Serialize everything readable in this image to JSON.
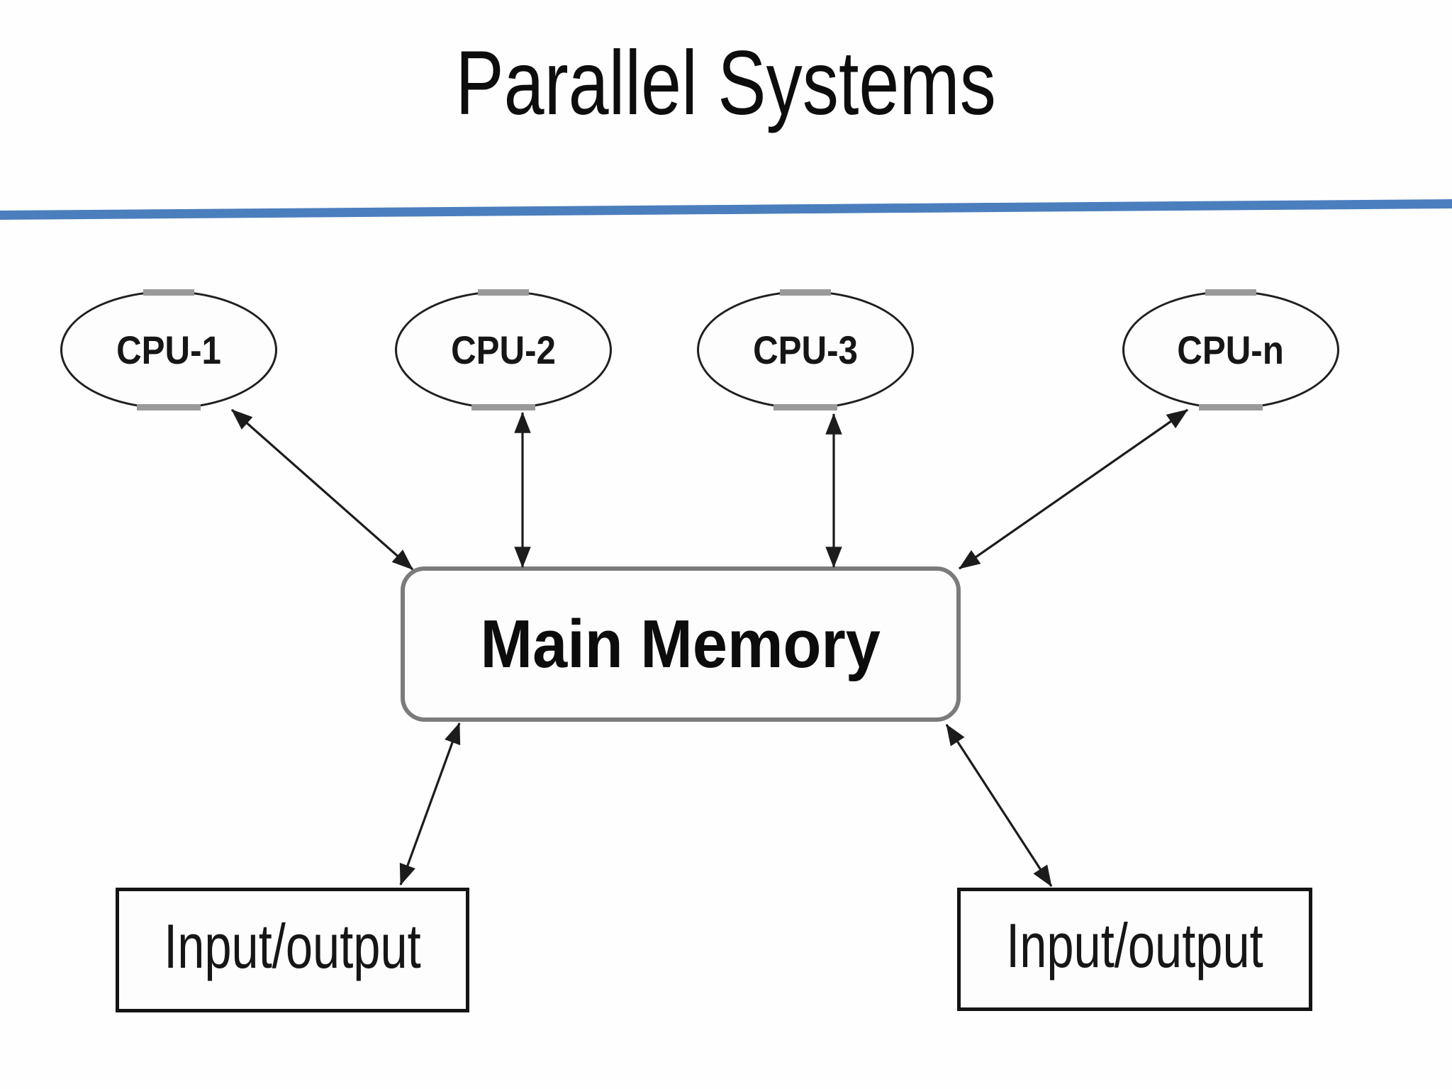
{
  "slide": {
    "title": "Parallel Systems",
    "accent_color": "#4b7ebd"
  },
  "diagram": {
    "cpus": [
      {
        "id": "cpu-1",
        "label": "CPU-1"
      },
      {
        "id": "cpu-2",
        "label": "CPU-2"
      },
      {
        "id": "cpu-3",
        "label": "CPU-3"
      },
      {
        "id": "cpu-n",
        "label": "CPU-n"
      }
    ],
    "memory": {
      "id": "main-memory",
      "label": "Main Memory"
    },
    "io_left": {
      "id": "io-left",
      "label": "Input/output"
    },
    "io_right": {
      "id": "io-right",
      "label": "Input/output"
    },
    "edges": [
      {
        "from": "cpu-1",
        "to": "main-memory",
        "bidirectional": true
      },
      {
        "from": "cpu-2",
        "to": "main-memory",
        "bidirectional": true
      },
      {
        "from": "cpu-3",
        "to": "main-memory",
        "bidirectional": true
      },
      {
        "from": "cpu-n",
        "to": "main-memory",
        "bidirectional": true
      },
      {
        "from": "main-memory",
        "to": "io-left",
        "bidirectional": true
      },
      {
        "from": "main-memory",
        "to": "io-right",
        "bidirectional": true
      }
    ]
  }
}
